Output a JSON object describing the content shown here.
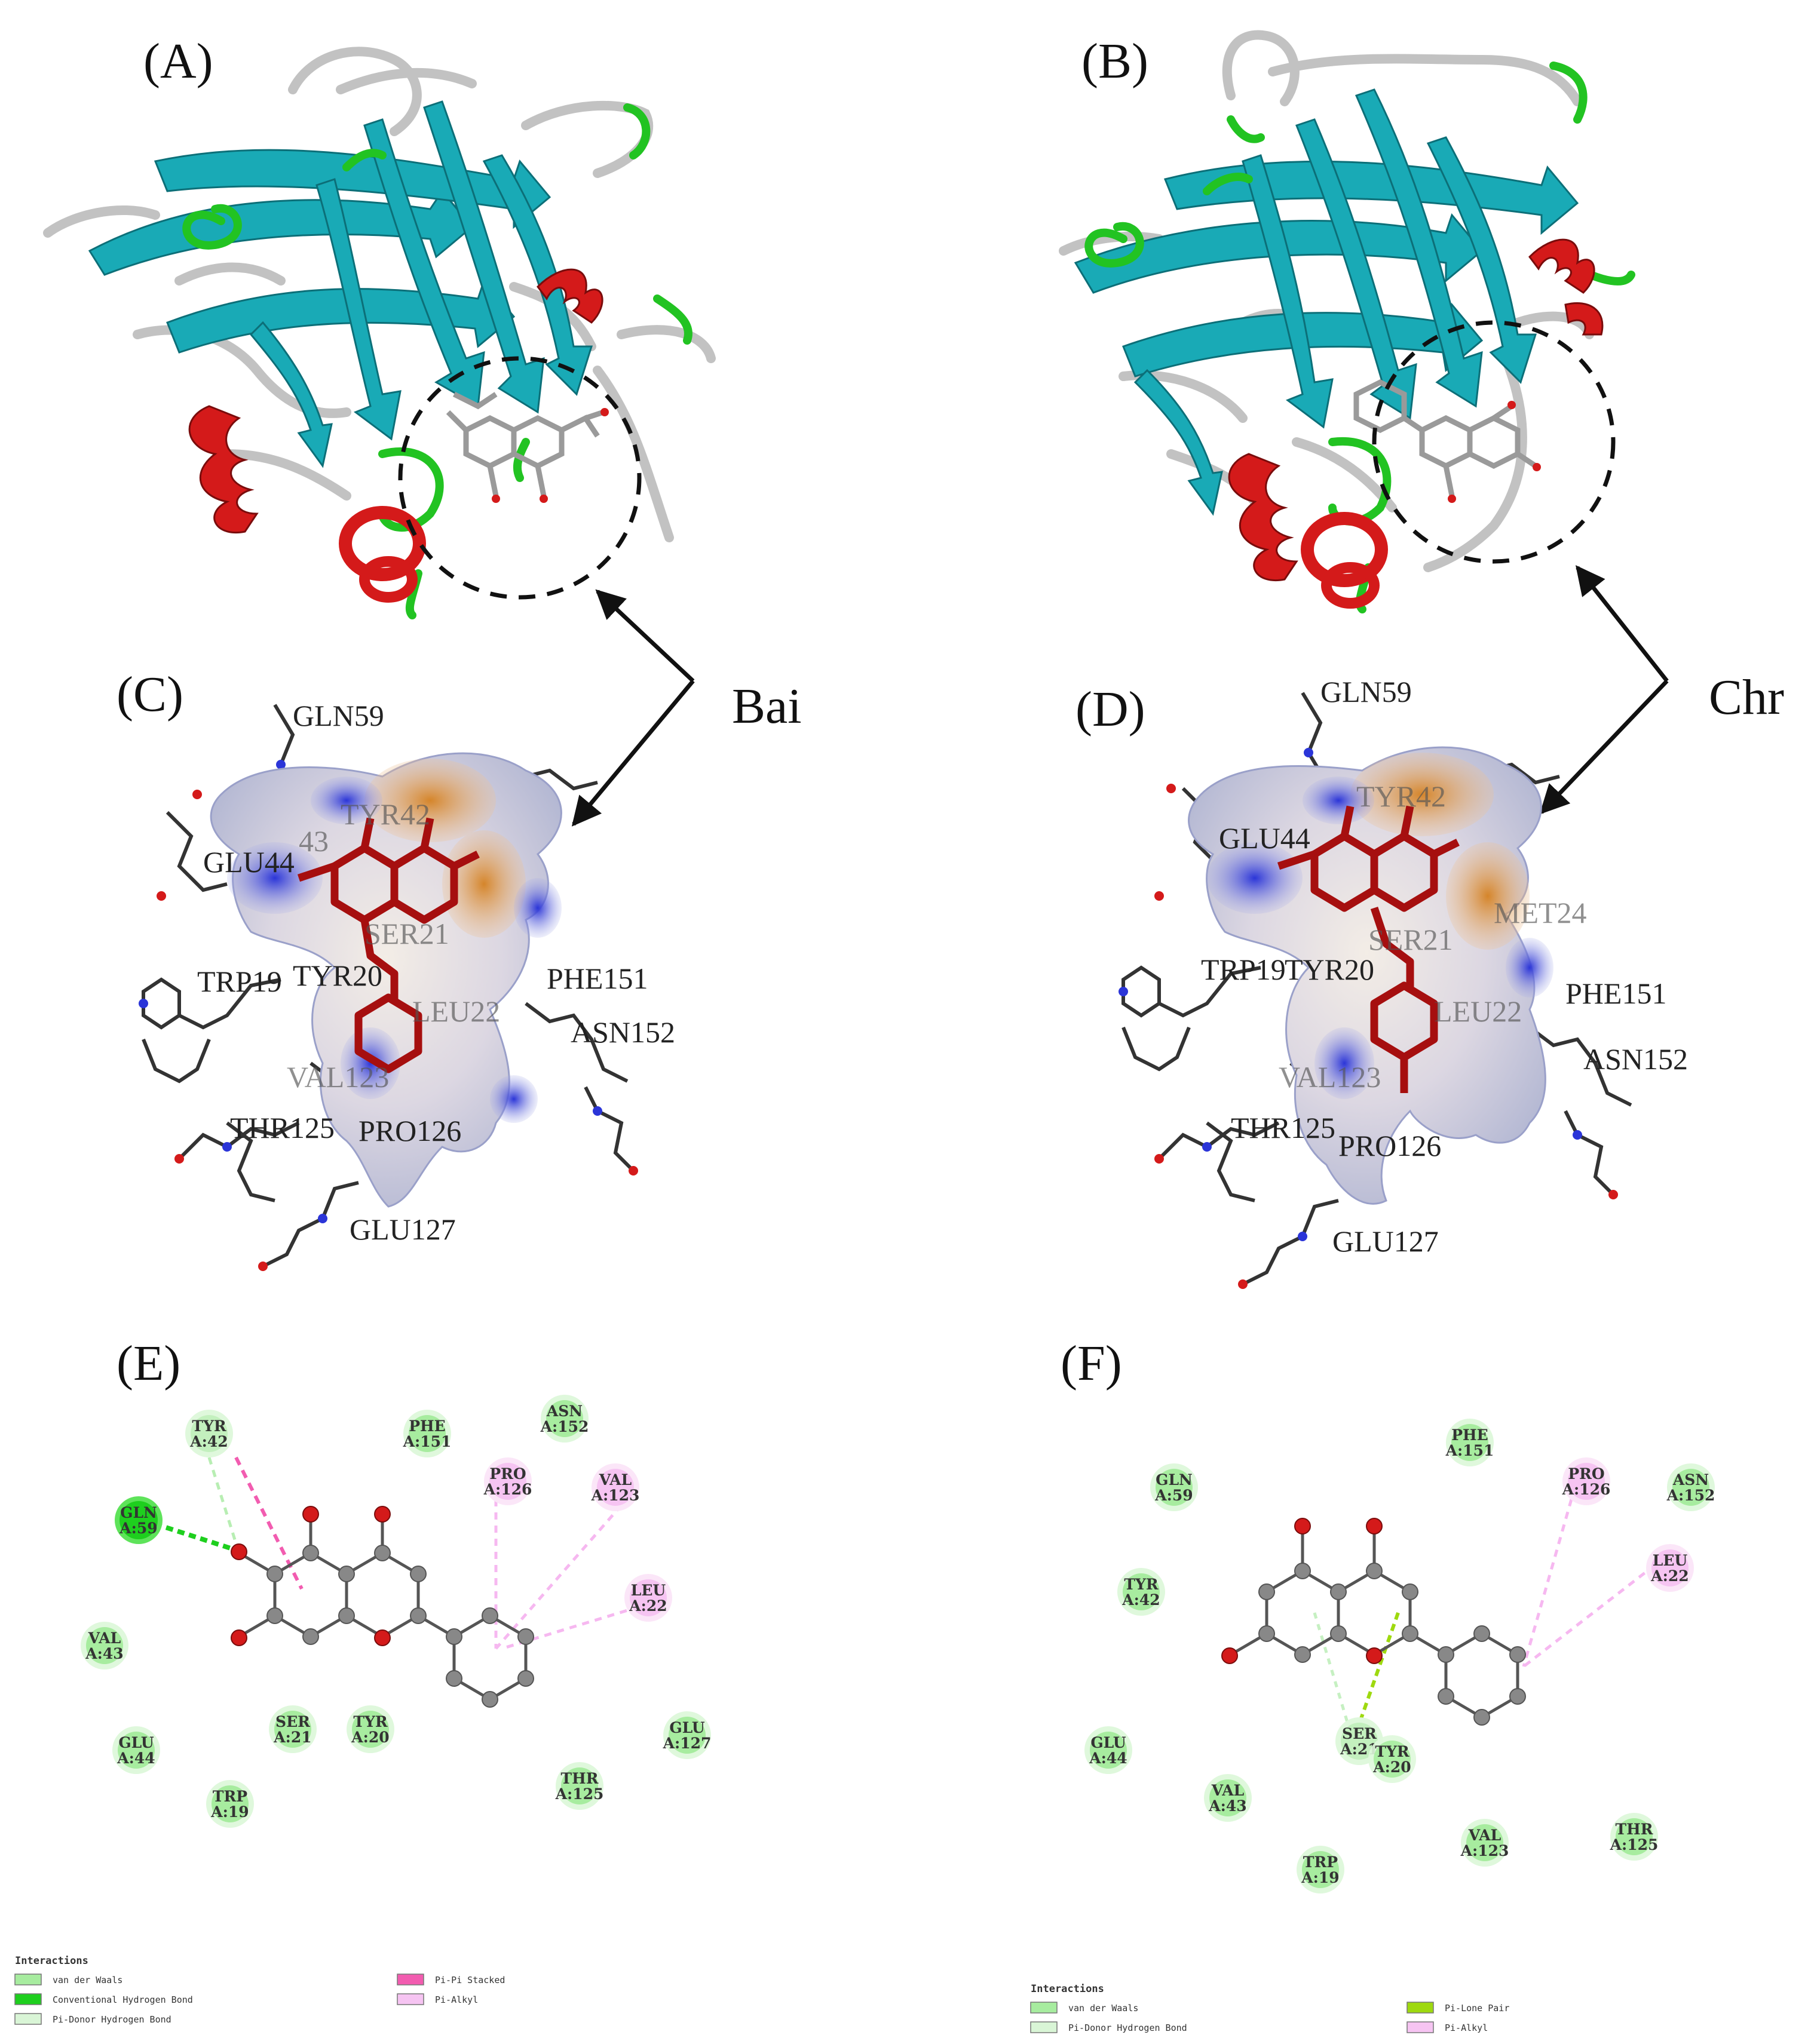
{
  "panels": {
    "a": "(A)",
    "b": "(B)",
    "c": "(C)",
    "d": "(D)",
    "e": "(E)",
    "f": "(F)"
  },
  "ligands": {
    "left": "Bai",
    "right": "Chr"
  },
  "surface_labels_left": {
    "gln59": "GLN59",
    "tyr42": "TYR42",
    "glu44": "GLU44",
    "x43": "43",
    "ser21": "SER21",
    "trp19": "TRP19",
    "tyr20": "TYR20",
    "phe151": "PHE151",
    "leu22": "LEU22",
    "asn152": "ASN152",
    "val123": "VAL123",
    "thr125": "THR125",
    "pro126": "PRO126",
    "glu127": "GLU127"
  },
  "surface_labels_right": {
    "gln59": "GLN59",
    "tyr42": "TYR42",
    "glu44": "GLU44",
    "met24": "MET24",
    "ser21": "SER21",
    "trp19": "TRP19",
    "tyr20": "TYR20",
    "phe151": "PHE151",
    "leu22": "LEU22",
    "asn152": "ASN152",
    "val123": "VAL123",
    "thr125": "THR125",
    "pro126": "PRO126",
    "glu127": "GLU127"
  },
  "residues_e": [
    {
      "name": "TYR",
      "chain": "A:42",
      "kind": "vdw"
    },
    {
      "name": "GLN",
      "chain": "A:59",
      "kind": "hbond"
    },
    {
      "name": "PHE",
      "chain": "A:151",
      "kind": "vdw"
    },
    {
      "name": "ASN",
      "chain": "A:152",
      "kind": "vdw"
    },
    {
      "name": "PRO",
      "chain": "A:126",
      "kind": "alkyl"
    },
    {
      "name": "VAL",
      "chain": "A:123",
      "kind": "alkyl"
    },
    {
      "name": "LEU",
      "chain": "A:22",
      "kind": "alkyl"
    },
    {
      "name": "VAL",
      "chain": "A:43",
      "kind": "vdw"
    },
    {
      "name": "SER",
      "chain": "A:21",
      "kind": "vdw"
    },
    {
      "name": "TYR",
      "chain": "A:20",
      "kind": "vdw"
    },
    {
      "name": "GLU",
      "chain": "A:44",
      "kind": "vdw"
    },
    {
      "name": "GLU",
      "chain": "A:127",
      "kind": "vdw"
    },
    {
      "name": "THR",
      "chain": "A:125",
      "kind": "vdw"
    },
    {
      "name": "TRP",
      "chain": "A:19",
      "kind": "vdw"
    }
  ],
  "residues_f": [
    {
      "name": "PHE",
      "chain": "A:151",
      "kind": "vdw"
    },
    {
      "name": "GLN",
      "chain": "A:59",
      "kind": "vdw"
    },
    {
      "name": "PRO",
      "chain": "A:126",
      "kind": "alkyl"
    },
    {
      "name": "ASN",
      "chain": "A:152",
      "kind": "vdw"
    },
    {
      "name": "TYR",
      "chain": "A:42",
      "kind": "vdw"
    },
    {
      "name": "LEU",
      "chain": "A:22",
      "kind": "alkyl"
    },
    {
      "name": "SER",
      "chain": "A:21",
      "kind": "vdw"
    },
    {
      "name": "TYR",
      "chain": "A:20",
      "kind": "vdw"
    },
    {
      "name": "GLU",
      "chain": "A:44",
      "kind": "vdw"
    },
    {
      "name": "VAL",
      "chain": "A:43",
      "kind": "vdw"
    },
    {
      "name": "VAL",
      "chain": "A:123",
      "kind": "vdw"
    },
    {
      "name": "THR",
      "chain": "A:125",
      "kind": "vdw"
    },
    {
      "name": "TRP",
      "chain": "A:19",
      "kind": "vdw"
    }
  ],
  "legend_e": {
    "title": "Interactions",
    "items": [
      {
        "label": "van der Waals",
        "color": "#a7ec9f"
      },
      {
        "label": "Conventional Hydrogen Bond",
        "color": "#1ecf1e"
      },
      {
        "label": "Pi-Donor Hydrogen Bond",
        "color": "#d9f5d6"
      },
      {
        "label": "Pi-Pi Stacked",
        "color": "#f25cb0"
      },
      {
        "label": "Pi-Alkyl",
        "color": "#f6c4f2"
      }
    ]
  },
  "legend_f": {
    "title": "Interactions",
    "items": [
      {
        "label": "van der Waals",
        "color": "#a7ec9f"
      },
      {
        "label": "Pi-Donor Hydrogen Bond",
        "color": "#d9f5d6"
      },
      {
        "label": "Pi-Lone Pair",
        "color": "#9ed90f"
      },
      {
        "label": "Pi-Alkyl",
        "color": "#f6c4f2"
      }
    ]
  },
  "colors": {
    "sheet": "#19aab6",
    "helix": "#d41a1a",
    "turn": "#22c322",
    "coil": "#c2c2c2",
    "ligand_stick": "#a60f0f",
    "vdw": "#a7ec9f",
    "hbond": "#1ecf1e",
    "alkyl": "#f6c4f2",
    "pipi": "#f25cb0",
    "lonepair": "#9ed90f"
  }
}
